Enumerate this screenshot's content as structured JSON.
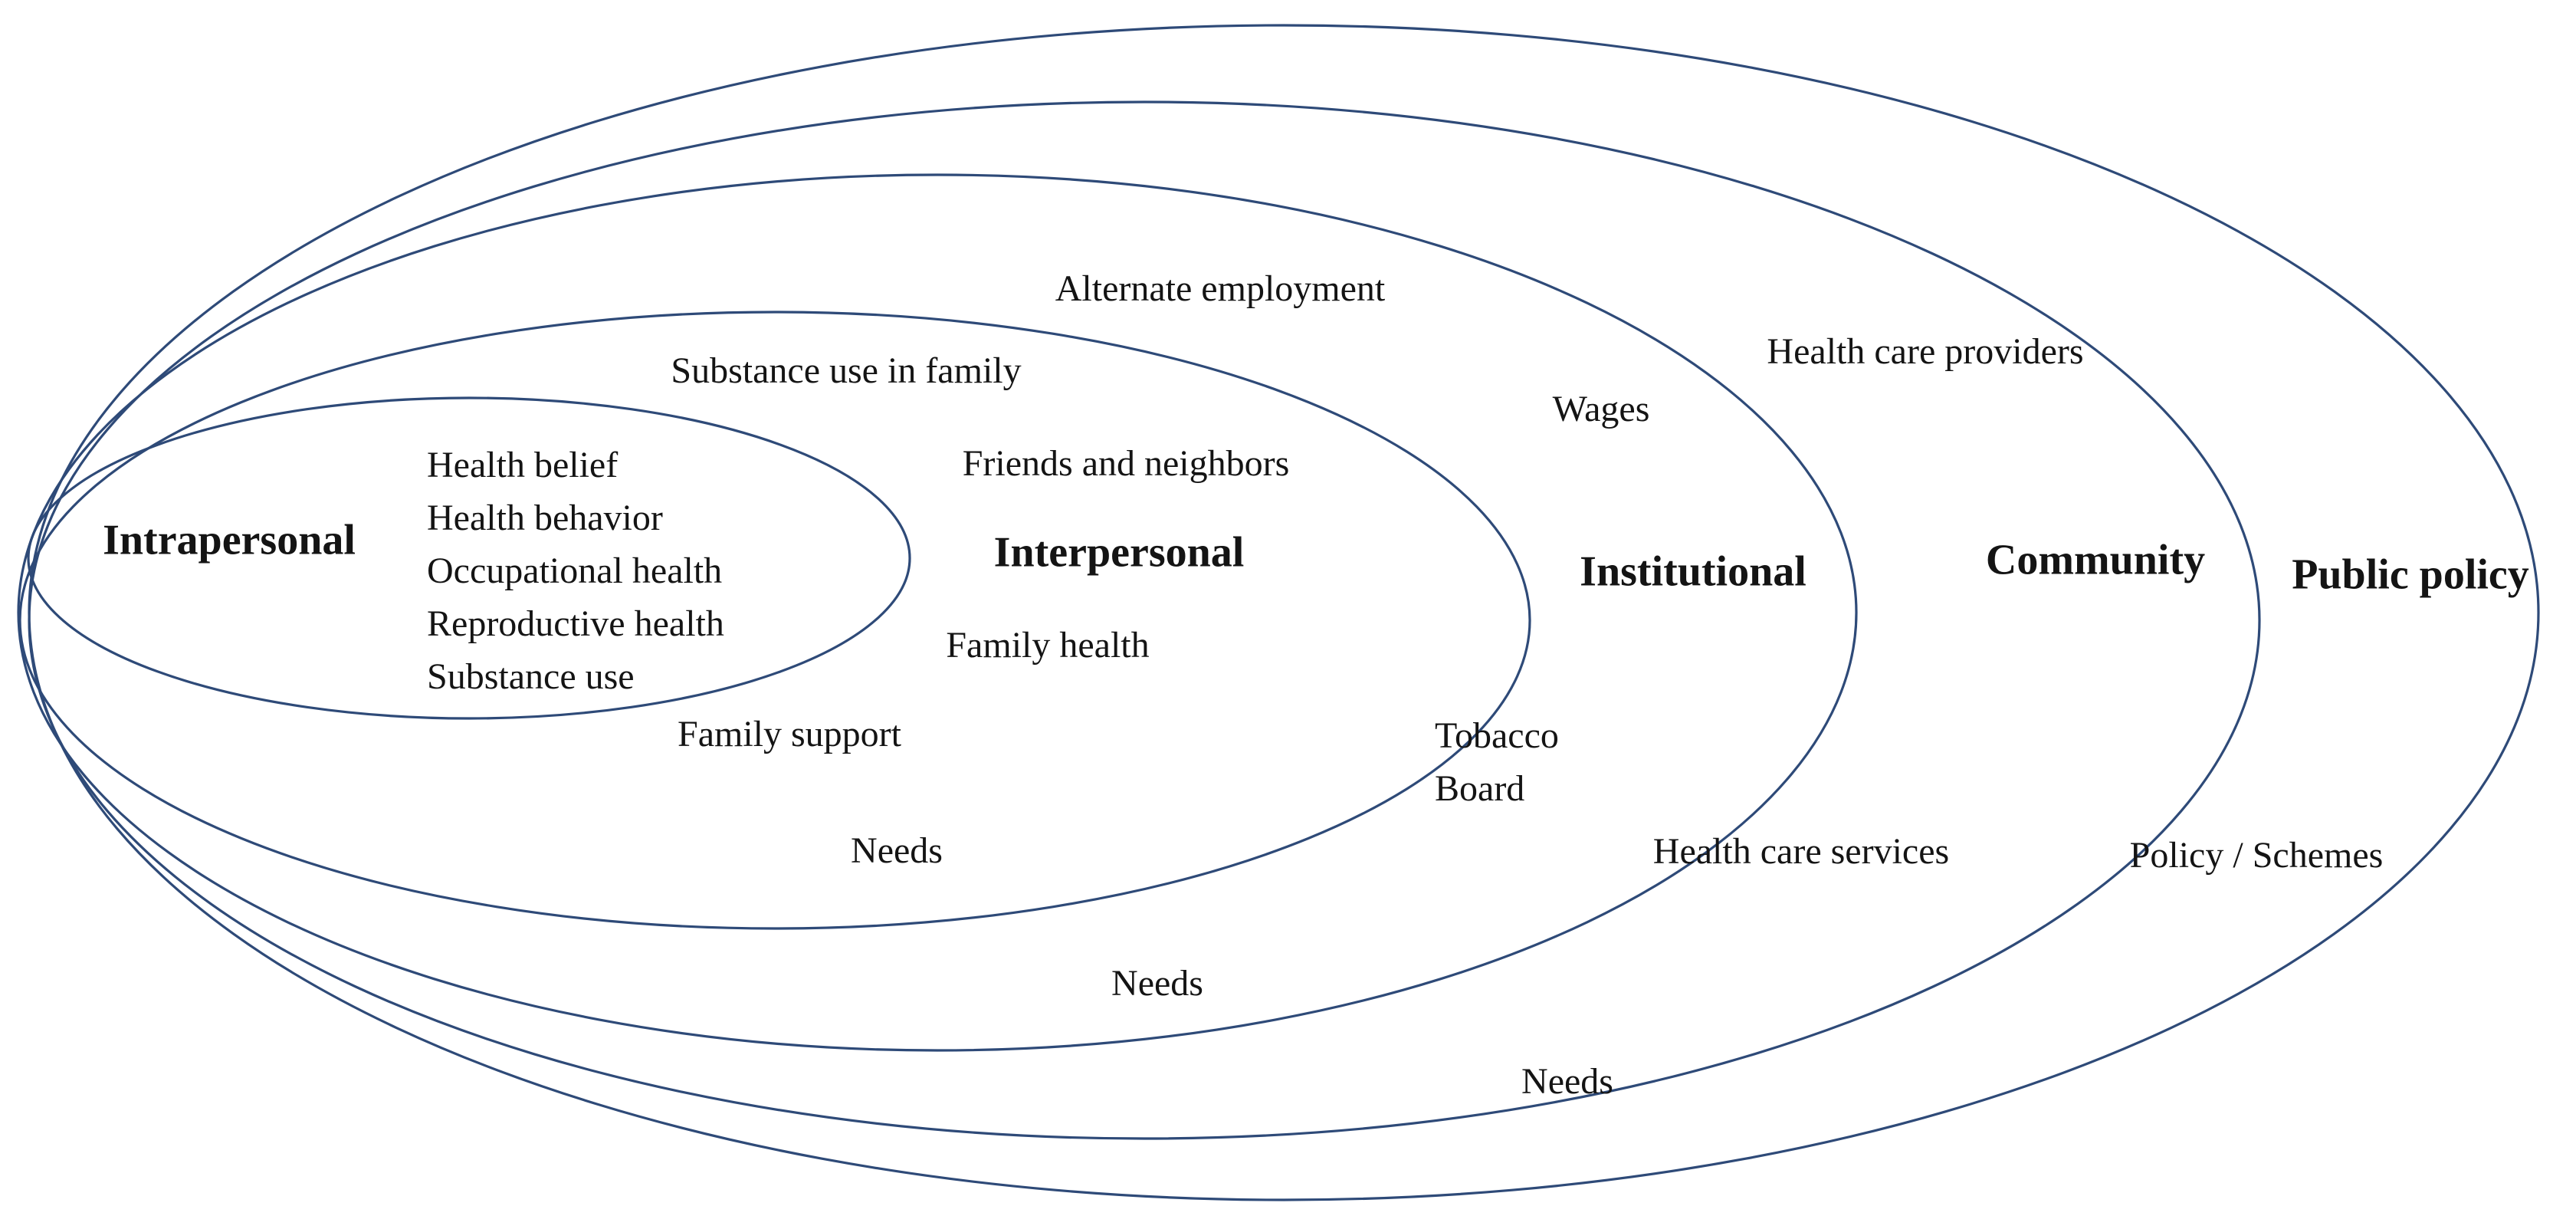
{
  "diagram": {
    "colors": {
      "ellipse_stroke": "#2e4a78",
      "text": "#141414",
      "background": "#ffffff"
    },
    "rings": {
      "intrapersonal": "Intrapersonal",
      "interpersonal": "Interpersonal",
      "institutional": "Institutional",
      "community": "Community",
      "public_policy": "Public policy"
    },
    "intrapersonal_factors": [
      "Health belief",
      "Health behavior",
      "Occupational health",
      "Reproductive health",
      "Substance use"
    ],
    "labels": {
      "alternate_employment": "Alternate employment",
      "substance_use_in_family": "Substance use in family",
      "health_care_providers": "Health care providers",
      "wages": "Wages",
      "friends_and_neighbors": "Friends and neighbors",
      "family_health": "Family health",
      "family_support": "Family support",
      "tobacco_board_line1": "Tobacco",
      "tobacco_board_line2": "Board",
      "needs_interpersonal": "Needs",
      "needs_institutional": "Needs",
      "needs_community": "Needs",
      "health_care_services": "Health care services",
      "policy_schemes": "Policy / Schemes"
    }
  }
}
